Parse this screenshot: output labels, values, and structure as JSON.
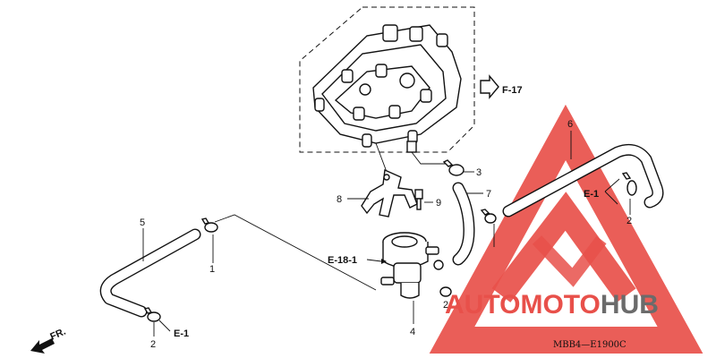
{
  "callouts": {
    "c1": "1",
    "c2a": "2",
    "c2b": "2",
    "c2c": "2",
    "c3": "3",
    "c4": "4",
    "c5": "5",
    "c6": "6",
    "c7": "7",
    "c8": "8",
    "c9": "9"
  },
  "refs": {
    "f17": "F-17",
    "e181": "E-18-1",
    "e1_right": "E-1",
    "e1_bottom": "E-1",
    "front": "FR."
  },
  "diagram_code": "MBB4—E1900C",
  "watermark": {
    "part1": "AUTOMOTO",
    "part2": "HUB",
    "color_red": "#e8504a",
    "color_gray": "#6b6b6b"
  }
}
